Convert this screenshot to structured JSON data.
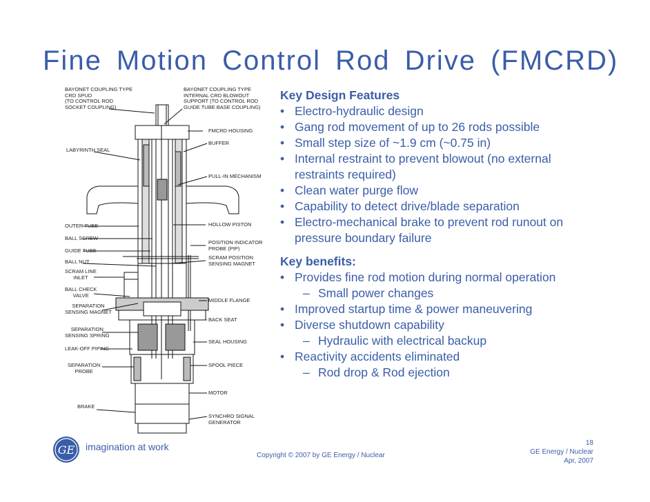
{
  "title": "Fine Motion Control Rod Drive (FMCRD)",
  "diagram_labels": {
    "bayonet_spud": [
      "BAYONET COUPLING TYPE",
      "CRD SPUD",
      "(TO CONTROL ROD",
      "SOCKET COUPLING)"
    ],
    "bayonet_blowout": [
      "BAYONET COUPLING TYPE",
      "INTERNAL CRD BLOWOUT",
      "SUPPORT (TO CONTROL ROD",
      "GUIDE TUBE BASE COUPLING)"
    ],
    "fmcrd_housing": [
      "FMCRD HOUSING"
    ],
    "labyrinth_seal": [
      "LABYRINTH SEAL"
    ],
    "buffer": [
      "BUFFER"
    ],
    "pull_in": [
      "PULL-IN MECHANISM"
    ],
    "outer_tube": [
      "OUTER TUBE"
    ],
    "hollow_piston": [
      "HOLLOW PISTON"
    ],
    "ball_screw": [
      "BALL SCREW"
    ],
    "guide_tube": [
      "GUIDE TUBE"
    ],
    "pip": [
      "POSITION INDICATOR",
      "PROBE (PIP)"
    ],
    "ball_nut": [
      "BALL NUT"
    ],
    "scram_pos": [
      "SCRAM POSITION",
      "SENSING MAGNET"
    ],
    "scram_line": [
      "SCRAM LINE",
      "INLET"
    ],
    "ball_check": [
      "BALL CHECK",
      "VALVE"
    ],
    "sep_magnet": [
      "SEPARATION",
      "SENSING MAGNET"
    ],
    "middle_flange": [
      "MIDDLE FLANGE"
    ],
    "back_seat": [
      "BACK SEAT"
    ],
    "sep_spring": [
      "SEPARATION",
      "SENSING SPRING"
    ],
    "seal_housing": [
      "SEAL HOUSING"
    ],
    "leak_off": [
      "LEAK-OFF PIPING"
    ],
    "sep_probe": [
      "SEPARATION",
      "PROBE"
    ],
    "spool_piece": [
      "SPOOL PIECE"
    ],
    "motor": [
      "MOTOR"
    ],
    "brake": [
      "BRAKE"
    ],
    "synchro": [
      "SYNCHRO SIGNAL",
      "GENERATOR"
    ]
  },
  "design": {
    "heading": "Key Design Features",
    "items": [
      {
        "text": "Electro-hydraulic design",
        "cont": ""
      },
      {
        "text": "Gang rod movement of up to 26 rods possible",
        "cont": ""
      },
      {
        "text": "Small step size of ~1.9 cm (~0.75 in)",
        "cont": ""
      },
      {
        "text": "Internal restraint to prevent blowout (no external",
        "cont": "restraints required)"
      },
      {
        "text": "Clean water purge flow",
        "cont": ""
      },
      {
        "text": "Capability to detect drive/blade separation",
        "cont": ""
      },
      {
        "text": "Electro-mechanical brake to prevent rod runout on",
        "cont": "pressure boundary failure"
      }
    ]
  },
  "benefits": {
    "heading": "Key benefits:",
    "items": [
      {
        "text": "Provides fine rod motion during normal operation",
        "sub": "Small power changes"
      },
      {
        "text": "Improved startup time & power maneuvering",
        "sub": ""
      },
      {
        "text": "Diverse shutdown capability",
        "sub": "Hydraulic with electrical backup"
      },
      {
        "text": "Reactivity accidents eliminated",
        "sub": "Rod drop &  Rod ejection"
      }
    ]
  },
  "footer": {
    "logo_text": "GE",
    "tagline": "imagination at work",
    "copyright": "Copyright ©  2007 by GE Energy / Nuclear",
    "page_number": "18",
    "org": "GE Energy /  Nuclear",
    "date": "Apr, 2007"
  },
  "colors": {
    "accent": "#3a5da8"
  }
}
